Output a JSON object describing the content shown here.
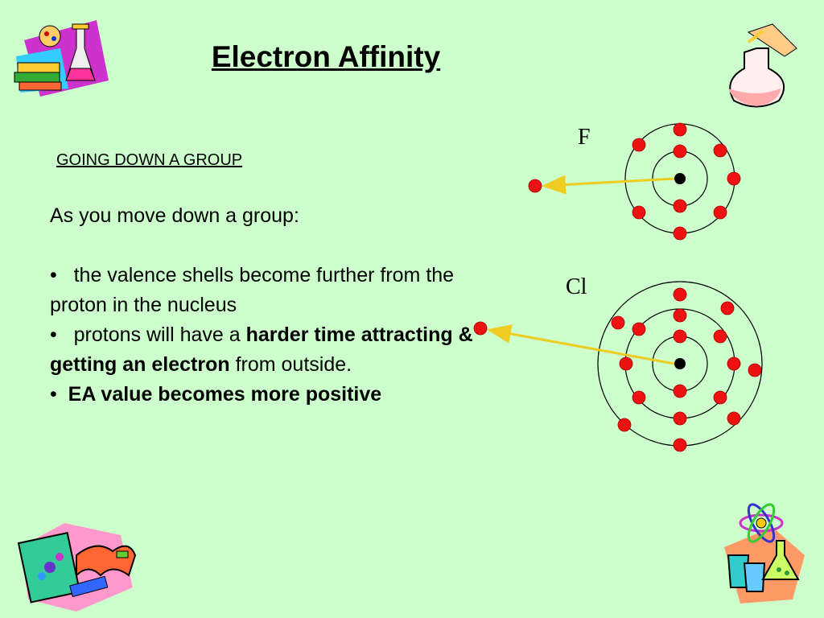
{
  "slide": {
    "title": "Electron Affinity",
    "subheading": "GOING DOWN A GROUP",
    "intro": "As you move down a group:",
    "bullet1": "the valence shells become further from the proton in the nucleus",
    "bullet2_pre": "protons will have a ",
    "bullet2_bold": "harder time attracting & getting an electron",
    "bullet2_post": " from outside.",
    "bullet3": "EA value becomes more positive",
    "bullet_char": "•"
  },
  "diagram": {
    "atoms": [
      {
        "symbol": "F",
        "shells": 2,
        "electrons_per_shell": [
          2,
          7
        ]
      },
      {
        "symbol": "Cl",
        "shells": 3,
        "electrons_per_shell": [
          2,
          8,
          7
        ]
      }
    ],
    "colors": {
      "electron": "#ee1111",
      "arrow": "#eecc22",
      "nucleus": "#000000"
    }
  },
  "clipart": [
    "chemistry-books-flask-icon",
    "flask-pouring-test-tube-icon",
    "books-microscope-icon",
    "atom-beakers-icon"
  ]
}
